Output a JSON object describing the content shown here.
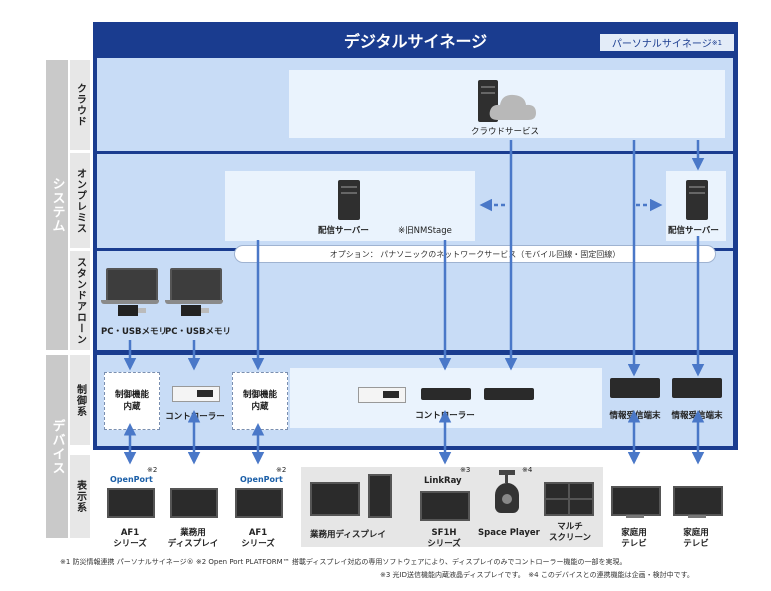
{
  "title": "デジタルサイネージ",
  "personal_signage": "パーソナルサイネージ",
  "personal_note_mark": "※1",
  "categories": {
    "system": "システム",
    "device": "デバイス"
  },
  "subcategories": {
    "cloud": "クラウド",
    "onpremise": "オンプレミス",
    "standalone": "スタンドアローン",
    "control": "制御系",
    "display": "表示系"
  },
  "cloud_service": "クラウドサービス",
  "distribution_server": "配信サーバー",
  "nmstage": "※旧NMStage",
  "distribution_server_right": "配信サーバー",
  "option_bar": "オプション： パナソニックのネットワークサービス（モバイル回線・固定回線）",
  "pc_usb_1": "PC・USBメモリ",
  "pc_usb_2": "PC・USBメモリ",
  "builtin_control_1": "制御機能\n内蔵",
  "builtin_control_2": "制御機能\n内蔵",
  "controller_small": "コントローラー",
  "controller_big": "コントローラー",
  "info_terminal_1": "情報受信端末",
  "info_terminal_2": "情報受信端末",
  "openport_1": "OpenPort",
  "openport_2": "OpenPort",
  "note2_mark_1": "※2",
  "note2_mark_2": "※2",
  "linkray": "LinkRay",
  "note3_mark": "※3",
  "note4_mark": "※4",
  "devices": {
    "af1_1": "AF1\nシリーズ",
    "business_display": "業務用\nディスプレイ",
    "af1_2": "AF1\nシリーズ",
    "business_display_group": "業務用ディスプレイ",
    "sf1h": "SF1H\nシリーズ",
    "space_player": "Space Player",
    "multi_screen": "マルチ\nスクリーン",
    "home_tv_1": "家庭用\nテレビ",
    "home_tv_2": "家庭用\nテレビ"
  },
  "footnote_line1": "※1 防災情報連携 パーソナルサイネージ®  ※2 Open Port PLATFORM™ 搭載ディスプレイ対応の専用ソフトウェアにより、ディスプレイのみでコントローラー機能の一部を実現。",
  "footnote_line2": "※3 光ID送信機能内蔵液晶ディスプレイです。　※4 このデバイスとの連携機能は企画・検討中です。",
  "colors": {
    "navy": "#1a3c8f",
    "arrow": "#4a78c8",
    "band": "#c8dcf6",
    "panel": "#eaf3fd"
  }
}
